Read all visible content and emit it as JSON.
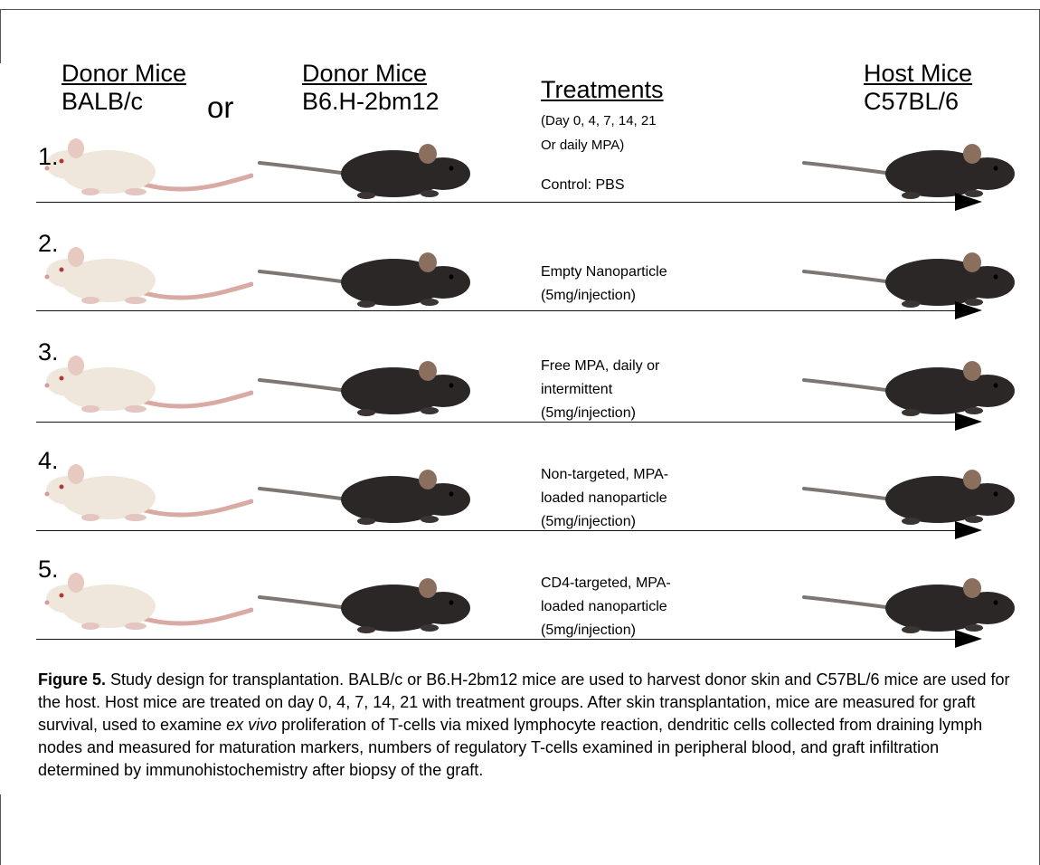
{
  "headers": {
    "donor1_title": "Donor Mice",
    "donor1_strain": "BALB/c",
    "or_word": "or",
    "donor2_title": "Donor Mice",
    "donor2_strain": "B6.H-2bm12",
    "treat_title": "Treatments",
    "treat_line1": "(Day 0, 4, 7, 14, 21",
    "treat_line2": "Or daily MPA)",
    "host_title": "Host Mice",
    "host_strain": "C57BL/6"
  },
  "rows": [
    {
      "num": "1.",
      "lines": [
        "Control: PBS"
      ]
    },
    {
      "num": "2.",
      "lines": [
        "Empty Nanoparticle",
        "(5mg/injection)"
      ]
    },
    {
      "num": "3.",
      "lines": [
        "Free MPA, daily or",
        "intermittent",
        "(5mg/injection)"
      ]
    },
    {
      "num": "4.",
      "lines": [
        "Non-targeted, MPA-",
        "loaded nanoparticle",
        "(5mg/injection)"
      ]
    },
    {
      "num": "5.",
      "lines": [
        "CD4-targeted, MPA-",
        "loaded nanoparticle",
        "(5mg/injection)"
      ]
    }
  ],
  "caption": {
    "label": "Figure 5.",
    "part1": " Study design for transplantation.  BALB/c or B6.H-2bm12 mice are used to harvest donor skin and C57BL/6 mice are used for the host.  Host mice are treated on day 0, 4, 7, 14, 21 with treatment groups.  After skin transplantation, mice are measured for graft survival, used to examine ",
    "italic": "ex vivo",
    "part2": " proliferation of T-cells via mixed lymphocyte reaction, dendritic cells collected from draining lymph nodes and measured for maturation markers, numbers of regulatory T-cells examined in peripheral blood, and graft infiltration determined by immunohistochemistry after biopsy of the graft."
  },
  "colors": {
    "white_mouse": "#efe6dc",
    "white_mouse_tail": "#d9aaa4",
    "black_mouse": "#2b2726",
    "ear": "#8a6e5e"
  }
}
